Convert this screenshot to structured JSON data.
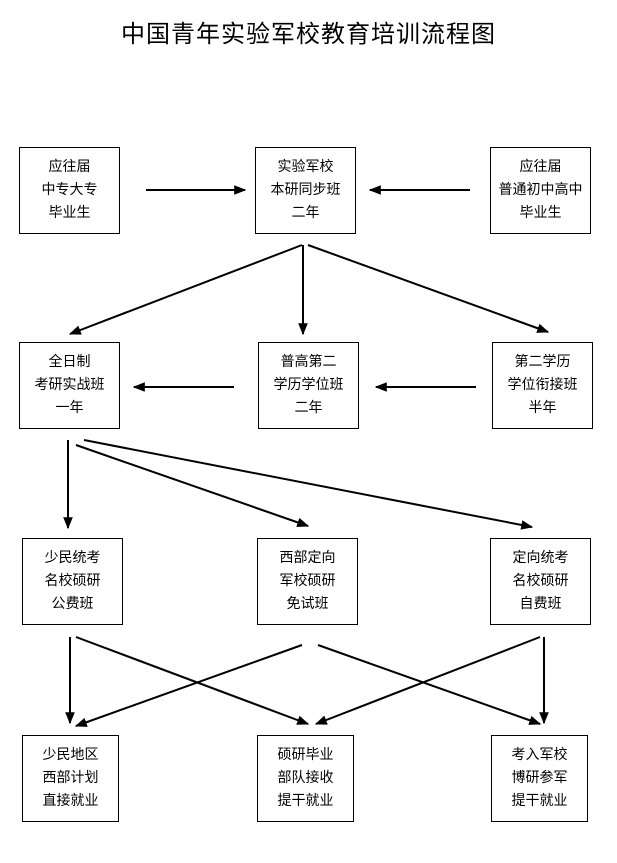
{
  "title": "中国青年实验军校教育培训流程图",
  "nodes": {
    "zhongzhuan": {
      "lines": [
        "应往届",
        "中专大专",
        "毕业生"
      ]
    },
    "shiyan": {
      "lines": [
        "实验军校",
        "本研同步班",
        "二年"
      ]
    },
    "putong": {
      "lines": [
        "应往届",
        "普通初中高中",
        "毕业生"
      ]
    },
    "quanrizhi": {
      "lines": [
        "全日制",
        "考研实战班",
        "一年"
      ]
    },
    "pugao": {
      "lines": [
        "普高第二",
        "学历学位班",
        "二年"
      ]
    },
    "dier": {
      "lines": [
        "第二学历",
        "学位衔接班",
        "半年"
      ]
    },
    "shaomin": {
      "lines": [
        "少民统考",
        "名校硕研",
        "公费班"
      ]
    },
    "xibu": {
      "lines": [
        "西部定向",
        "军校硕研",
        "免试班"
      ]
    },
    "dingxiang": {
      "lines": [
        "定向统考",
        "名校硕研",
        "自费班"
      ]
    },
    "diqu": {
      "lines": [
        "少民地区",
        "西部计划",
        "直接就业"
      ]
    },
    "shuoyan": {
      "lines": [
        "硕研毕业",
        "部队接收",
        "提干就业"
      ]
    },
    "kaoru": {
      "lines": [
        "考入军校",
        "博研参军",
        "提干就业"
      ]
    }
  }
}
